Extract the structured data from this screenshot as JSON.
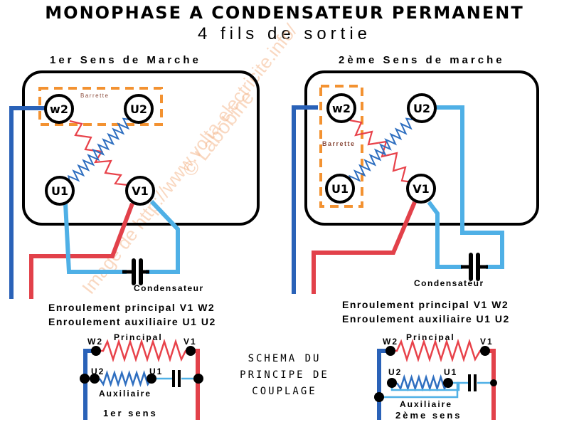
{
  "header": {
    "title": "MONOPHASE A CONDENSATEUR PERMANENT",
    "subtitle": "4 fils de sortie"
  },
  "watermark": {
    "line1": "© Labobine",
    "line2": "Image de http://www.volta-electricite.info/"
  },
  "colors": {
    "main_winding": "#e8424a",
    "aux_winding": "#2f6fc0",
    "line_blue": "#2a62b8",
    "line_red": "#e2414a",
    "cap_wire": "#4fb0e6",
    "barrette": "#f39231",
    "terminal": "#000000"
  },
  "panels": [
    {
      "title": "1er Sens de Marche",
      "barrette_label": "Barrette",
      "capacitor_label": "Condensateur",
      "terminals": [
        "W2",
        "U2",
        "U1",
        "V1"
      ],
      "terminal_display": {
        "W2": "w2",
        "U2": "U2",
        "U1": "U1",
        "V1": "V1"
      },
      "desc_main": "Enroulement principal V1 W2",
      "desc_aux": "Enroulement auxiliaire U1 U2"
    },
    {
      "title": "2ème Sens de marche",
      "barrette_label": "Barrette",
      "capacitor_label": "Condensateur",
      "terminals": [
        "W2",
        "U2",
        "U1",
        "V1"
      ],
      "terminal_display": {
        "W2": "w2",
        "U2": "U2",
        "U1": "U1",
        "V1": "V1"
      },
      "desc_main": "Enroulement principal V1 W2",
      "desc_aux": "Enroulement auxiliaire U1 U2"
    }
  ],
  "schema": {
    "line1": "SCHEMA DU",
    "line2": "PRINCIPE DE",
    "line3": "COUPLAGE"
  },
  "couplings": [
    {
      "caption": "1er sens",
      "main_label": "Principal",
      "aux_label": "Auxiliaire",
      "nodes": {
        "W2": "W2",
        "V1": "V1",
        "U2": "U2",
        "U1": "U1"
      }
    },
    {
      "caption": "2ème sens",
      "main_label": "Principal",
      "aux_label": "Auxiliaire",
      "nodes": {
        "W2": "W2",
        "V1": "V1",
        "U2": "U2",
        "U1": "U1"
      }
    }
  ]
}
